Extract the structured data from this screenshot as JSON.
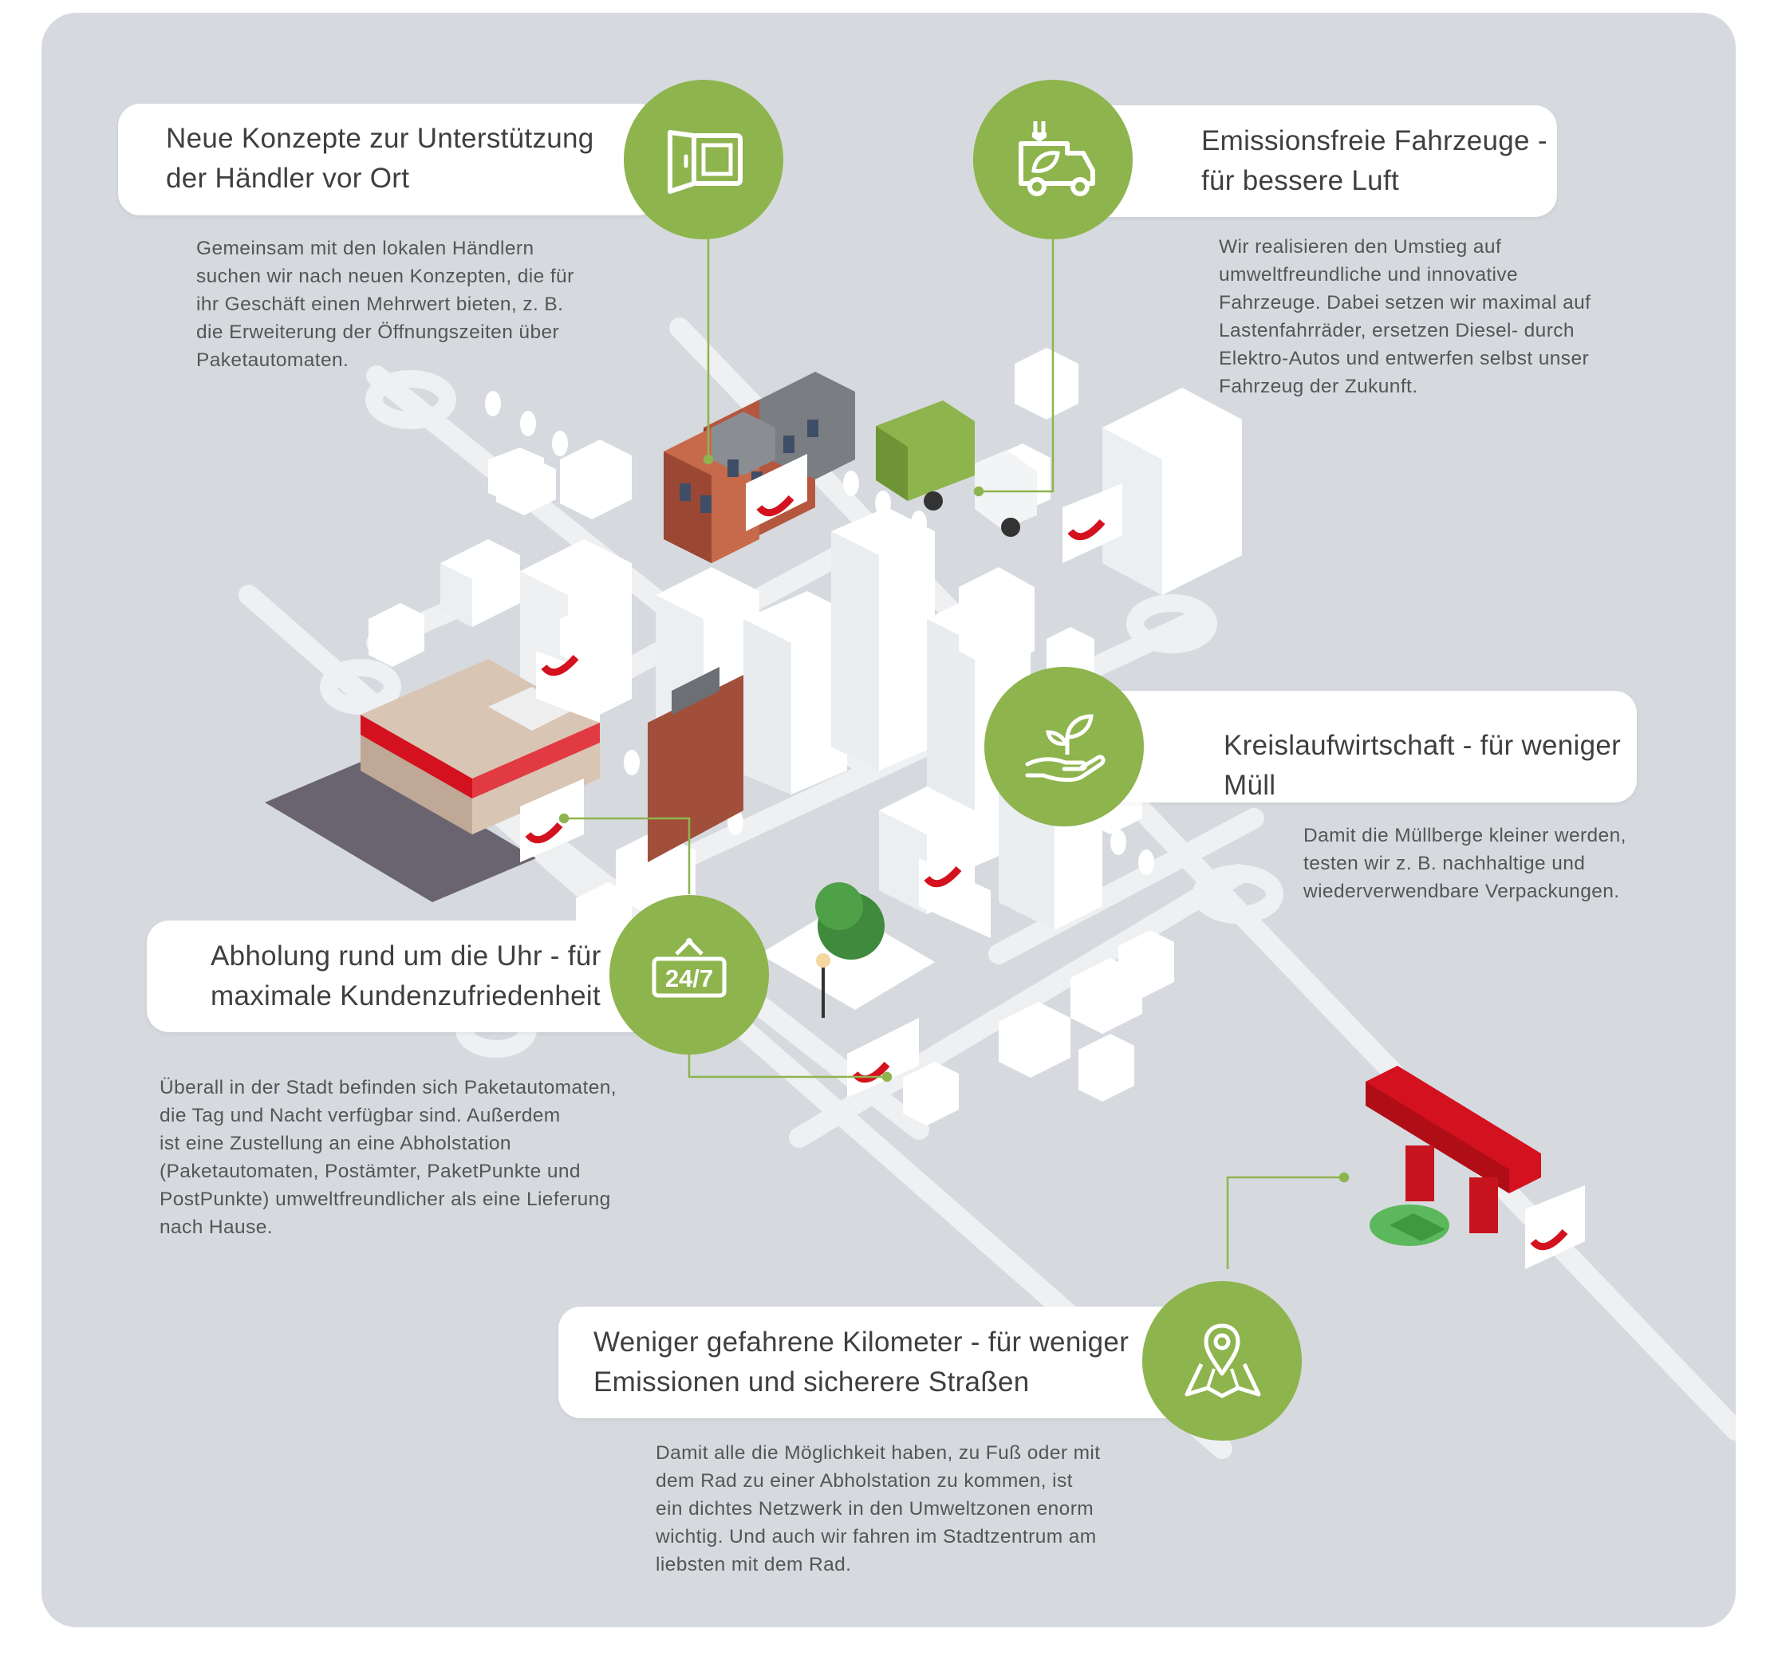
{
  "colors": {
    "panel": "#d6dade",
    "accent_green": "#8eb44e",
    "brand_red": "#d4111e",
    "road": "#eef0f2",
    "text": "#3f3f3f"
  },
  "sections": [
    {
      "id": "local-retail",
      "icon": "parcel-locker-icon",
      "title": "Neue Konzepte zur Unterstützung\nder Händler vor Ort",
      "description": "Gemeinsam mit den lokalen Händlern\nsuchen wir nach neuen Konzepten, die für\nihr Geschäft einen Mehrwert bieten, z. B.\ndie Erweiterung der Öffnungszeiten über\nPaketautomaten."
    },
    {
      "id": "vehicles",
      "icon": "electric-van-icon",
      "title": "Emissionsfreie Fahrzeuge -\nfür bessere Luft",
      "description": "Wir realisieren den Umstieg auf\numweltfreundliche und innovative\nFahrzeuge. Dabei setzen wir maximal auf\nLastenfahrräder, ersetzen Diesel- durch\nElektro-Autos und entwerfen selbst unser\nFahrzeug der Zukunft."
    },
    {
      "id": "circular",
      "icon": "plant-in-hand-icon",
      "title": "Kreislaufwirtschaft - für weniger Müll",
      "description": "Damit die Müllberge kleiner werden,\ntesten wir z. B. nachhaltige und\nwiederverwendbare Verpackungen."
    },
    {
      "id": "pickup",
      "icon": "24-7-sign-icon",
      "icon_text": "24/7",
      "title": "Abholung rund um die Uhr - für\nmaximale Kundenzufriedenheit",
      "description": "Überall in der Stadt befinden sich Paketautomaten,\ndie Tag und Nacht verfügbar sind. Außerdem\nist eine Zustellung an eine Abholstation\n(Paketautomaten, Postämter, PaketPunkte und\nPostPunkte) umweltfreundlicher als eine Lieferung\nnach Hause."
    },
    {
      "id": "kilometers",
      "icon": "map-pin-icon",
      "title": "Weniger gefahrene Kilometer - für weniger\nEmissionen und sicherere Straßen",
      "description": "Damit alle die Möglichkeit haben, zu Fuß oder mit\ndem Rad zu einer Abholstation zu kommen, ist\nein dichtes Netzwerk in den Umweltzonen enorm\nwichtig. Und auch wir fahren im Stadtzentrum am\nliebsten mit dem Rad."
    }
  ]
}
